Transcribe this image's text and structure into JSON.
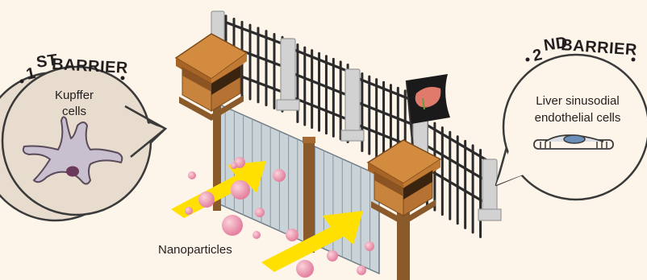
{
  "barrier1": {
    "number": "1",
    "suffix": "ST",
    "word": "BARRIER",
    "cell_label_line1": "Kupffer",
    "cell_label_line2": "cells"
  },
  "barrier2": {
    "number": "2",
    "suffix": "ND",
    "word": "BARRIER",
    "cell_label_line1": "Liver sinusodial",
    "cell_label_line2": "endothelial cells"
  },
  "nanoparticles_label": "Nanoparticles",
  "colors": {
    "background": "#fdf5ea",
    "bubble_fill": "#e7dccd",
    "kupffer_cell": "#c8bfcf",
    "nucleus": "#6b3a5a",
    "arrow": "#ffe000",
    "particle": "#e98fa8",
    "tower": "#c8843d",
    "post": "#8b5a2b",
    "wall": "#c9d3d8",
    "fence_iron": "#2b2b2b",
    "pillar": "#d0d0d0",
    "flag": "#1a1a1a",
    "liver": "#e07a6a"
  },
  "icons": [
    "liver-icon",
    "kupffer-cell-icon",
    "endothelial-cell-icon",
    "flag-icon"
  ]
}
